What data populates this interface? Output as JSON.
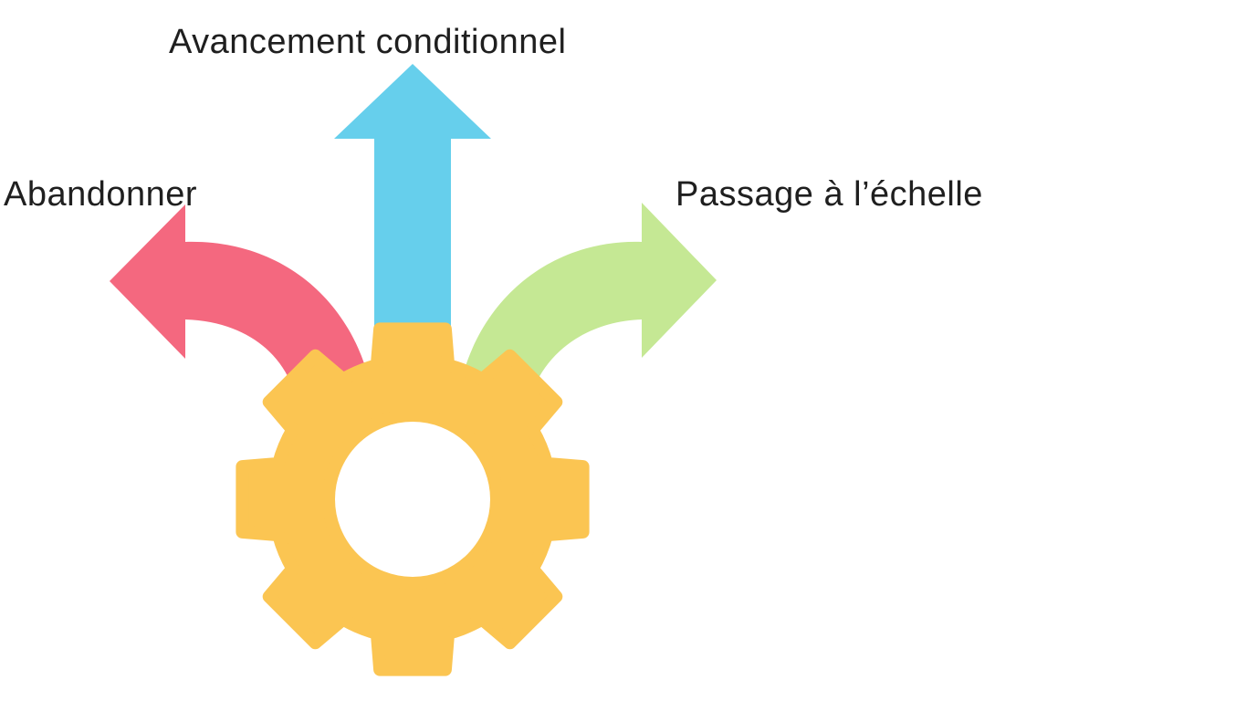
{
  "labels": {
    "up": "Avancement conditionnel",
    "left": "Abandonner",
    "right": "Passage à l’échelle"
  },
  "colors": {
    "up_arrow": "#66CFEC",
    "left_arrow": "#F4687F",
    "right_arrow": "#C5E894",
    "gear": "#FBC552",
    "text": "#1F1F1F",
    "background": "#FFFFFF"
  },
  "icons": {
    "center": "gear-icon",
    "up": "arrow-up-icon",
    "left": "curved-arrow-left-icon",
    "right": "curved-arrow-right-icon"
  }
}
